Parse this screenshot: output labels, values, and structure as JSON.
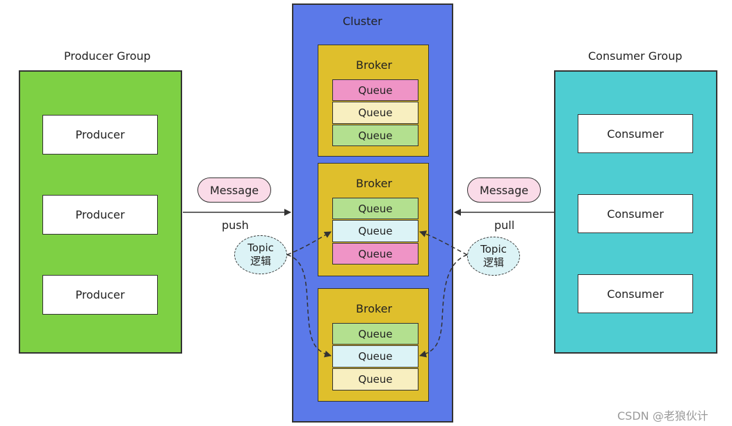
{
  "colors": {
    "producer_group_fill": "#7ed044",
    "cluster_fill": "#5b79e9",
    "broker_fill": "#dfbf2c",
    "consumer_group_fill": "#4ecdd2",
    "queue_pink": "#ef94c6",
    "queue_cream": "#f8efc0",
    "queue_green": "#b3e08f",
    "queue_lightblue": "#dcf3f6",
    "message_fill": "#fadbe8",
    "topic_fill": "#dcf3f6"
  },
  "cluster": {
    "label": "Cluster"
  },
  "producer_group": {
    "label": "Producer Group",
    "producers": [
      "Producer",
      "Producer",
      "Producer"
    ]
  },
  "consumer_group": {
    "label": "Consumer Group",
    "consumers": [
      "Consumer",
      "Consumer",
      "Consumer"
    ]
  },
  "brokers": [
    {
      "label": "Broker",
      "queues": [
        {
          "label": "Queue",
          "color": "#ef94c6"
        },
        {
          "label": "Queue",
          "color": "#f8efc0"
        },
        {
          "label": "Queue",
          "color": "#b3e08f"
        }
      ]
    },
    {
      "label": "Broker",
      "queues": [
        {
          "label": "Queue",
          "color": "#b3e08f"
        },
        {
          "label": "Queue",
          "color": "#dcf3f6"
        },
        {
          "label": "Queue",
          "color": "#ef94c6"
        }
      ]
    },
    {
      "label": "Broker",
      "queues": [
        {
          "label": "Queue",
          "color": "#b3e08f"
        },
        {
          "label": "Queue",
          "color": "#dcf3f6"
        },
        {
          "label": "Queue",
          "color": "#f8efc0"
        }
      ]
    }
  ],
  "messages": {
    "left": "Message",
    "right": "Message"
  },
  "edges": {
    "push": "push",
    "pull": "pull"
  },
  "topics": {
    "left": {
      "line1": "Topic",
      "line2": "逻辑"
    },
    "right": {
      "line1": "Topic",
      "line2": "逻辑"
    }
  },
  "watermark": "CSDN @老狼伙计"
}
